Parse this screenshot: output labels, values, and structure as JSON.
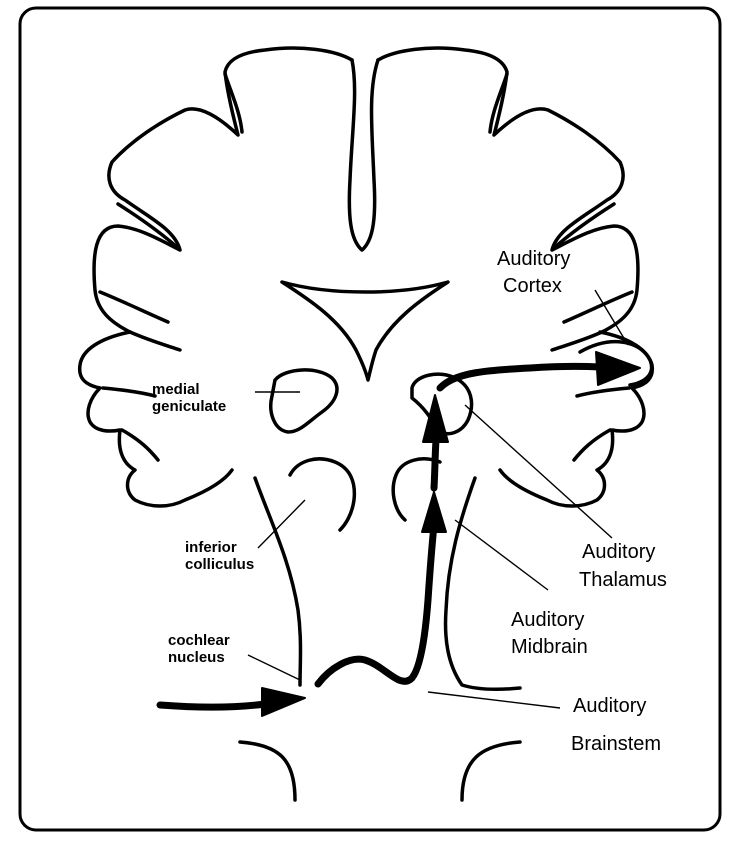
{
  "labels": {
    "auditory_cortex": [
      "Auditory",
      "Cortex"
    ],
    "medial_geniculate": [
      "medial",
      "geniculate"
    ],
    "inferior_colliculus": [
      "inferior",
      "colliculus"
    ],
    "cochlear_nucleus": [
      "cochlear",
      "nucleus"
    ],
    "auditory_thalamus": [
      "Auditory",
      "Thalamus"
    ],
    "auditory_midbrain": [
      "Auditory",
      "Midbrain"
    ],
    "auditory_brainstem": [
      "Auditory",
      "Brainstem"
    ]
  },
  "colors": {
    "stroke": "#000000",
    "background": "#ffffff"
  }
}
